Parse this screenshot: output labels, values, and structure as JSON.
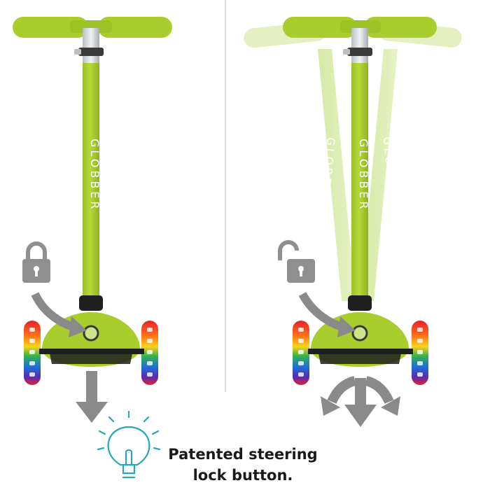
{
  "brand": {
    "logo_text": "GLOBBER"
  },
  "caption": {
    "line1": "Patented steering",
    "line2": "lock button."
  },
  "colors": {
    "frame_green": "#a9cd2c",
    "frame_green_dark": "#8fb21f",
    "ghost_green": "#d9ebaa",
    "arrow_gray": "#8a8a8a",
    "lock_gray": "#8f8f8f",
    "bulb_teal": "#2aa6b8",
    "divider": "#c8c8c8"
  },
  "icons": {
    "left": {
      "lock": "locked-padlock-icon",
      "arrow": "arrow-down-icon"
    },
    "right": {
      "lock": "unlocked-padlock-icon",
      "arrow": "tri-directional-arrows-icon"
    },
    "caption": "lightbulb-icon"
  }
}
